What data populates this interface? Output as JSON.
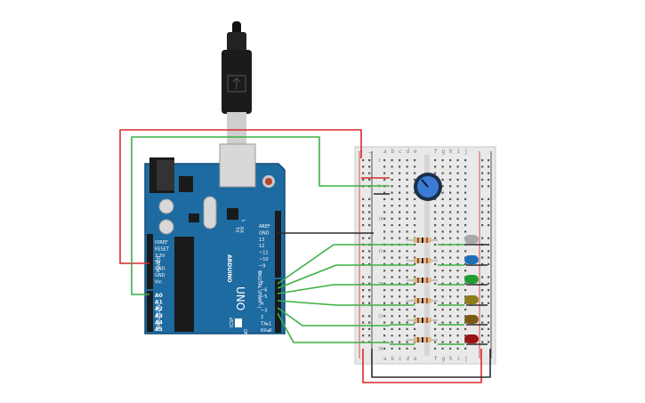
{
  "board": {
    "brand": "ARDUINO",
    "model": "UNO",
    "power_header": "POWER",
    "analog_header": "ANALOG IN",
    "digital_header": "DIGITAL (PWM~)",
    "icsp": "ICSP",
    "on_label": "ON",
    "tx_label": "TX",
    "rx_label": "RX",
    "l_label": "L",
    "power_pins": [
      "IOREF",
      "RESET",
      "3.3V",
      "5V",
      "GND",
      "GND",
      "Vin"
    ],
    "analog_pins": [
      "A0",
      "A1",
      "A2",
      "A3",
      "A4",
      "A5"
    ],
    "digital_top": [
      "AREF",
      "GND",
      "13",
      "12",
      "~11",
      "~10",
      "~9",
      "8"
    ],
    "digital_bottom": [
      "7",
      "~6",
      "~5",
      "4",
      "~3",
      "2",
      "TX▸1",
      "RX◂0"
    ]
  },
  "breadboard": {
    "cols_left": [
      "a",
      "b",
      "c",
      "d",
      "e"
    ],
    "cols_right": [
      "f",
      "g",
      "h",
      "i",
      "j"
    ],
    "rail_plus": "+",
    "rail_minus": "−",
    "row_labels": [
      "1",
      "5",
      "10",
      "15",
      "20",
      "25",
      "30"
    ]
  },
  "components": {
    "potentiometer": "potentiometer",
    "resistor_count": 6,
    "led_colors": [
      "#a8a8a8",
      "#1e6fb5",
      "#1f9d32",
      "#8a7d1a",
      "#7a5a10",
      "#9a1414"
    ]
  },
  "wire_colors": {
    "power": "#d92a2a",
    "ground": "#2b2b2b",
    "signal": "#3cb043"
  }
}
